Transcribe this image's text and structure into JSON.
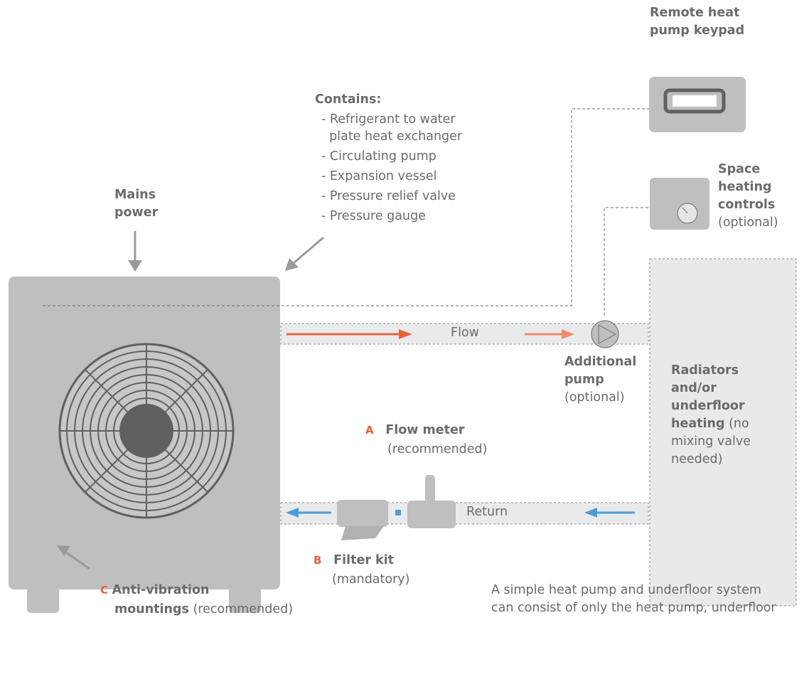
{
  "labels": {
    "remote_keypad": [
      "Remote heat",
      "pump keypad"
    ],
    "contains_title": "Contains:",
    "contains_items": [
      "- Refrigerant to water",
      "  plate heat exchanger",
      "- Circulating pump",
      "- Expansion vessel",
      "- Pressure relief valve",
      "- Pressure gauge"
    ],
    "mains_power": [
      "Mains",
      "power"
    ],
    "space_heating": [
      "Space",
      "heating",
      "controls",
      "(optional)"
    ],
    "flow": "Flow",
    "return": "Return",
    "additional_pump": [
      "Additional",
      "pump",
      "(optional)"
    ],
    "radiators": {
      "bold": [
        "Radiators",
        "and/or",
        "underfloor",
        "heating"
      ],
      "normal": [
        "(no",
        "mixing valve",
        "needed)"
      ]
    },
    "flow_meter": {
      "letter": "A",
      "title": "Flow meter",
      "note": "(recommended)"
    },
    "filter_kit": {
      "letter": "B",
      "title": "Filter kit",
      "note": "(mandatory)"
    },
    "anti_vibration": {
      "letter": "C",
      "title1": "Anti-vibration",
      "title2": "mountings",
      "note": "(recommended)"
    },
    "footnote": [
      "A simple heat pump and underfloor system",
      "can consist of only the heat pump, underfloor"
    ]
  },
  "colors": {
    "flow_arrow": "#e8623a",
    "return_arrow": "#4a9fd8",
    "unit_fill": "#bebfc1",
    "pipe_fill": "#e8e9ea",
    "fan_dark": "#5f6062"
  }
}
